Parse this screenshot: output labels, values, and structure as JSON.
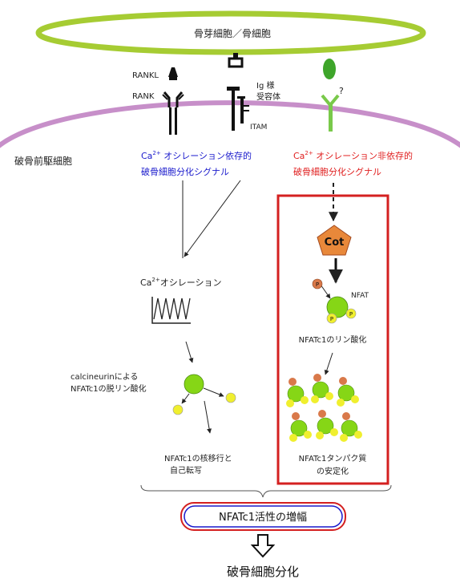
{
  "osteoblast_label": "骨芽細胞／骨細胞",
  "preosteoclast_label": "破骨前駆細胞",
  "receptors": {
    "rankl": "RANKL",
    "rank": "RANK",
    "ig_line1": "Ig 様",
    "ig_line2": "受容体",
    "itam": "ITAM",
    "unknown_ligand": "?"
  },
  "signals": {
    "dependent": {
      "ca": "Ca",
      "sup": "2+",
      "line1_rest": " オシレーション依存的",
      "line2": "破骨細胞分化シグナル",
      "color": "#1a1acc"
    },
    "independent": {
      "ca": "Ca",
      "sup": "2+",
      "line1_rest": " オシレーション非依存的",
      "line2": "破骨細胞分化シグナル",
      "color": "#e02020"
    }
  },
  "left_path": {
    "oscillation_ca": "Ca",
    "oscillation_sup": "2+",
    "oscillation_rest": "オシレーション",
    "calcineurin_line1": "calcineurinによる",
    "calcineurin_line2": "NFATc1の脱リン酸化",
    "nuclear_line1": "NFATc1の核移行と",
    "nuclear_line2": "自己転写"
  },
  "right_path": {
    "cot": "Cot",
    "phospho_p": "P",
    "nfat": "NFAT",
    "phosphorylation": "NFATc1のリン酸化",
    "stabilization_line1": "NFATc1タンパク質",
    "stabilization_line2": "の安定化"
  },
  "result": {
    "amplification": "NFATc1活性の増幅",
    "differentiation": "破骨細胞分化"
  },
  "colors": {
    "membrane_green": "#a6cc33",
    "membrane_purple": "#c78fc9",
    "cot_orange": "#e8883a",
    "nfat_green": "#86d616",
    "phospho_yellow": "#f0ef2e",
    "phospho_orange": "#d9794a",
    "box_red": "#d42020",
    "receptor_green": "#79c94a"
  }
}
